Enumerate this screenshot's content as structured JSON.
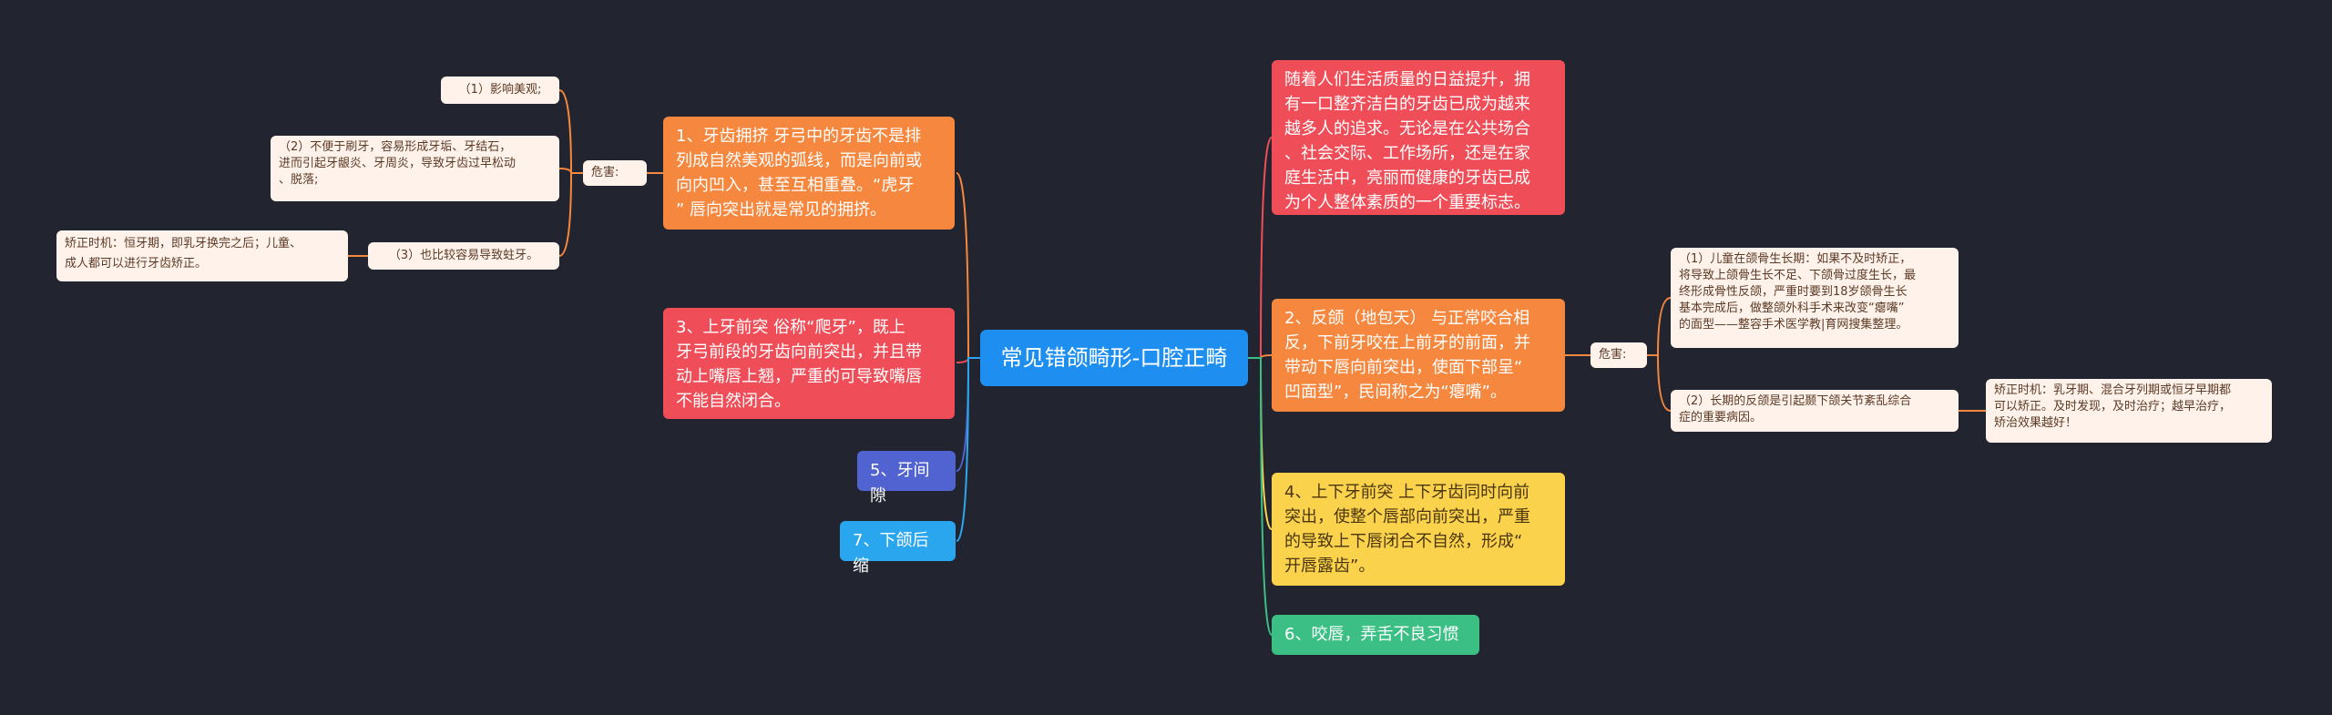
{
  "central": "常见错颌畸形-口腔正畸",
  "left": {
    "crowding": {
      "text": "1、牙齿拥挤 牙弓中的牙齿不是排\n列成自然美观的弧线，而是向前或\n向内凹入，甚至互相重叠。“虎牙\n” 唇向突出就是常见的拥挤。",
      "harm_label": "危害:",
      "harms": [
        "（1）影响美观;",
        "（2）不便于刷牙，容易形成牙垢、牙结石，\n进而引起牙龈炎、牙周炎，导致牙齿过早松动\n、脱落;",
        "（3）也比较容易导致蛀牙。"
      ],
      "timing": "矫正时机：恒牙期，即乳牙换完之后；儿童、\n成人都可以进行牙齿矫正。"
    },
    "protrusion": "3、上牙前突 俗称“爬牙”，既上\n牙弓前段的牙齿向前突出，并且带\n动上嘴唇上翘，严重的可导致嘴唇\n不能自然闭合。",
    "gap": "5、牙间隙",
    "retrusion": "7、下颌后缩"
  },
  "right": {
    "intro": "随着人们生活质量的日益提升，拥\n有一口整齐洁白的牙齿已成为越来\n越多人的追求。无论是在公共场合\n、社会交际、工作场所，还是在家\n庭生活中，亮丽而健康的牙齿已成\n为个人整体素质的一个重要标志。",
    "crossbite": {
      "text": "2、反颌（地包天） 与正常咬合相\n反，下前牙咬在上前牙的前面，并\n带动下唇向前突出，使面下部呈“\n凹面型”，民间称之为“瘪嘴”。",
      "harm_label": "危害:",
      "harms": [
        "（1）儿童在颌骨生长期：如果不及时矫正，\n将导致上颌骨生长不足、下颌骨过度生长，最\n终形成骨性反颌，严重时要到18岁颌骨生长\n基本完成后，做整颌外科手术来改变“瘪嘴”\n的面型——整容手术医学教|育网搜集整理。",
        "（2）长期的反颌是引起颞下颌关节紊乱综合\n症的重要病因。"
      ],
      "timing": "矫正时机：乳牙期、混合牙列期或恒牙早期都\n可以矫正。及时发现，及时治疗；越早治疗，\n矫治效果越好！"
    },
    "open_bite": "4、上下牙前突 上下牙齿同时向前\n突出，使整个唇部向前突出，严重\n的导致上下唇闭合不自然，形成“\n开唇露齿”。",
    "habit": "6、咬唇，弄舌不良习惯"
  },
  "colors": {
    "background": "#22252f",
    "center": "#1e8ff0",
    "orange": "#f6873e",
    "red": "#ef4d57",
    "yellow": "#fbd24b",
    "green": "#3bbf84",
    "indigo": "#5163d0",
    "sky": "#2aa6ef",
    "leaf": "#fff2ea"
  }
}
